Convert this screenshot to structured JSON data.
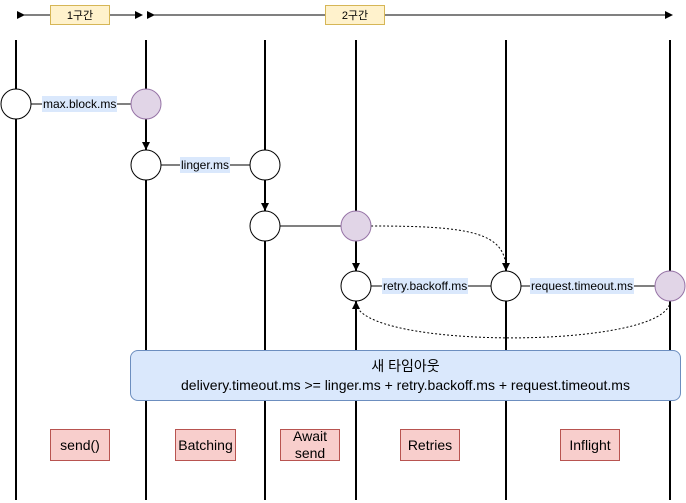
{
  "sections": {
    "section1": "1구간",
    "section2": "2구간"
  },
  "config_labels": {
    "max_block": "max.block.ms",
    "linger": "linger.ms",
    "retry_backoff": "retry.backoff.ms",
    "request_timeout": "request.timeout.ms"
  },
  "timeout_box": {
    "title": "새 타임아웃",
    "formula": "delivery.timeout.ms >= linger.ms + retry.backoff.ms + request.timeout.ms"
  },
  "phases": {
    "send": "send()",
    "batching": "Batching",
    "await_line1": "Await",
    "await_line2": "send",
    "retries": "Retries",
    "inflight": "Inflight"
  },
  "colors": {
    "section_fill": "#fff2cc",
    "section_border": "#d6b656",
    "phase_fill": "#f8cecc",
    "phase_border": "#b85450",
    "timeout_fill": "#dae8fc",
    "timeout_border": "#6c8ebf",
    "event_fill": "#e1d5e7",
    "event_border": "#9673a6"
  }
}
